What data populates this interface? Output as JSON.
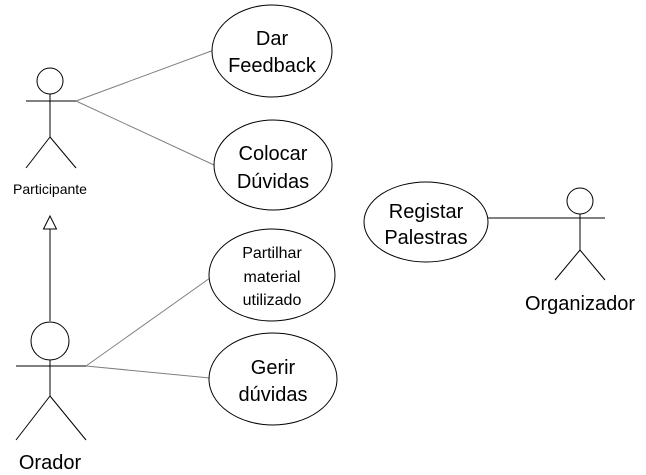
{
  "actors": {
    "participante": {
      "label": "Participante"
    },
    "orador": {
      "label": "Orador"
    },
    "organizador": {
      "label": "Organizador"
    }
  },
  "use_cases": {
    "dar_feedback": {
      "lines": [
        "Dar",
        "Feedback"
      ]
    },
    "colocar_duvidas": {
      "lines": [
        "Colocar",
        "Dúvidas"
      ]
    },
    "partilhar_material": {
      "lines": [
        "Partilhar",
        "material",
        "utilizado"
      ]
    },
    "gerir_duvidas": {
      "lines": [
        "Gerir",
        "dúvidas"
      ]
    },
    "registar_palestras": {
      "lines": [
        "Registar",
        "Palestras"
      ]
    }
  },
  "relations": [
    {
      "type": "association",
      "from": "participante",
      "to": "dar_feedback"
    },
    {
      "type": "association",
      "from": "participante",
      "to": "colocar_duvidas"
    },
    {
      "type": "association",
      "from": "orador",
      "to": "partilhar_material"
    },
    {
      "type": "association",
      "from": "orador",
      "to": "gerir_duvidas"
    },
    {
      "type": "association",
      "from": "organizador",
      "to": "registar_palestras"
    },
    {
      "type": "generalization",
      "from": "orador",
      "to": "participante"
    }
  ]
}
